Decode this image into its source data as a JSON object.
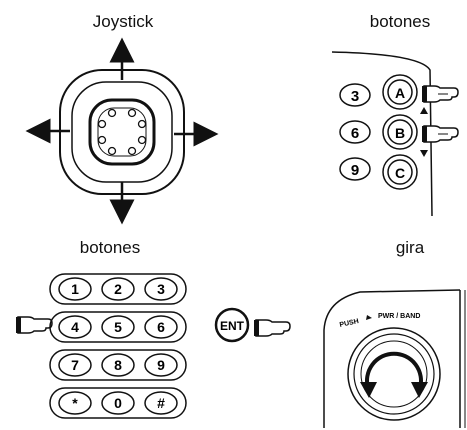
{
  "joystick": {
    "title": "Joystick"
  },
  "side_buttons": {
    "title": "botones",
    "keys": [
      {
        "left": "3",
        "right": "A"
      },
      {
        "left": "6",
        "right": "B"
      },
      {
        "left": "9",
        "right": "C"
      }
    ]
  },
  "keypad": {
    "title": "botones",
    "rows": [
      [
        "1",
        "2",
        "3"
      ],
      [
        "4",
        "5",
        "6"
      ],
      [
        "7",
        "8",
        "9"
      ],
      [
        "*",
        "0",
        "#"
      ]
    ],
    "ent_label": "ENT"
  },
  "knob": {
    "title": "gira",
    "label_push": "PUSH",
    "label_pwr_band": "PWR / BAND"
  },
  "icons": {
    "arrow": "arrow-icon",
    "pointing_hand": "pointing-hand-icon"
  }
}
